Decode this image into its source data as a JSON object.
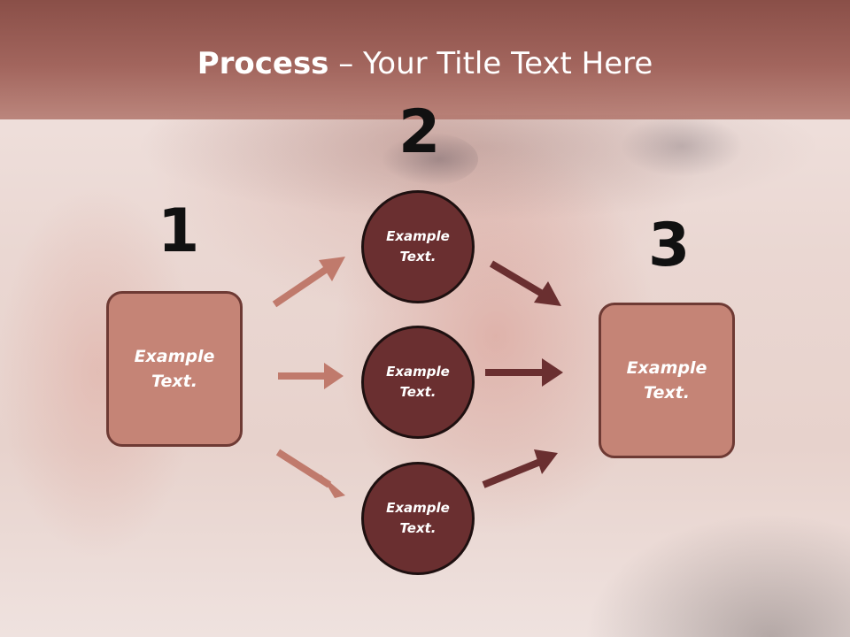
{
  "slide": {
    "title_bold": "Process",
    "title_rest": " – Your Title Text Here"
  },
  "steps": {
    "one": {
      "number": "1",
      "text_line1": "Example",
      "text_line2": "Text."
    },
    "two": {
      "number": "2",
      "circles": [
        {
          "text_line1": "Example",
          "text_line2": "Text."
        },
        {
          "text_line1": "Example",
          "text_line2": "Text."
        },
        {
          "text_line1": "Example",
          "text_line2": "Text."
        }
      ]
    },
    "three": {
      "number": "3",
      "text_line1": "Example",
      "text_line2": "Text."
    }
  },
  "colors": {
    "banner": "#9a5c54",
    "box_fill": "#c58476",
    "box_border": "#6e3a34",
    "circle_fill": "#6a2f30",
    "arrow_light": "#c07a6c",
    "arrow_dark": "#6a2f30"
  }
}
